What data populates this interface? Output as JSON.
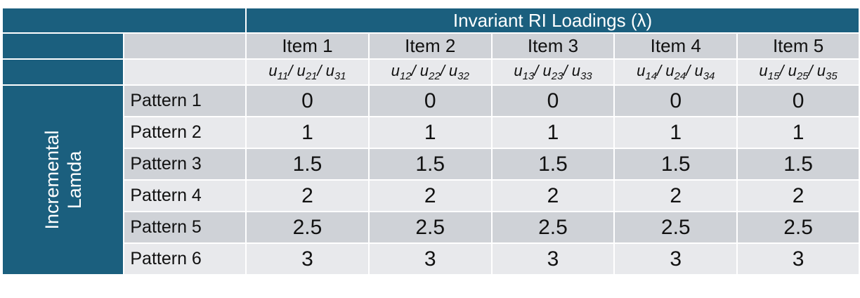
{
  "header": {
    "title": "Invariant RI Loadings (λ)",
    "items": [
      "Item 1",
      "Item 2",
      "Item 3",
      "Item 4",
      "Item 5"
    ],
    "params": [
      [
        [
          "u",
          "11"
        ],
        [
          "u",
          "21"
        ],
        [
          "u",
          "31"
        ]
      ],
      [
        [
          "u",
          "12"
        ],
        [
          "u",
          "22"
        ],
        [
          "u",
          "32"
        ]
      ],
      [
        [
          "u",
          "13"
        ],
        [
          "u",
          "23"
        ],
        [
          "u",
          "33"
        ]
      ],
      [
        [
          "u",
          "14"
        ],
        [
          "u",
          "24"
        ],
        [
          "u",
          "34"
        ]
      ],
      [
        [
          "u",
          "15"
        ],
        [
          "u",
          "25"
        ],
        [
          "u",
          "35"
        ]
      ]
    ]
  },
  "side_label": [
    "Incremental",
    "Lamda"
  ],
  "rows": [
    {
      "label": "Pattern 1",
      "values": [
        "0",
        "0",
        "0",
        "0",
        "0"
      ]
    },
    {
      "label": "Pattern 2",
      "values": [
        "1",
        "1",
        "1",
        "1",
        "1"
      ]
    },
    {
      "label": "Pattern 3",
      "values": [
        "1.5",
        "1.5",
        "1.5",
        "1.5",
        "1.5"
      ]
    },
    {
      "label": "Pattern 4",
      "values": [
        "2",
        "2",
        "2",
        "2",
        "2"
      ]
    },
    {
      "label": "Pattern 5",
      "values": [
        "2.5",
        "2.5",
        "2.5",
        "2.5",
        "2.5"
      ]
    },
    {
      "label": "Pattern 6",
      "values": [
        "3",
        "3",
        "3",
        "3",
        "3"
      ]
    }
  ]
}
